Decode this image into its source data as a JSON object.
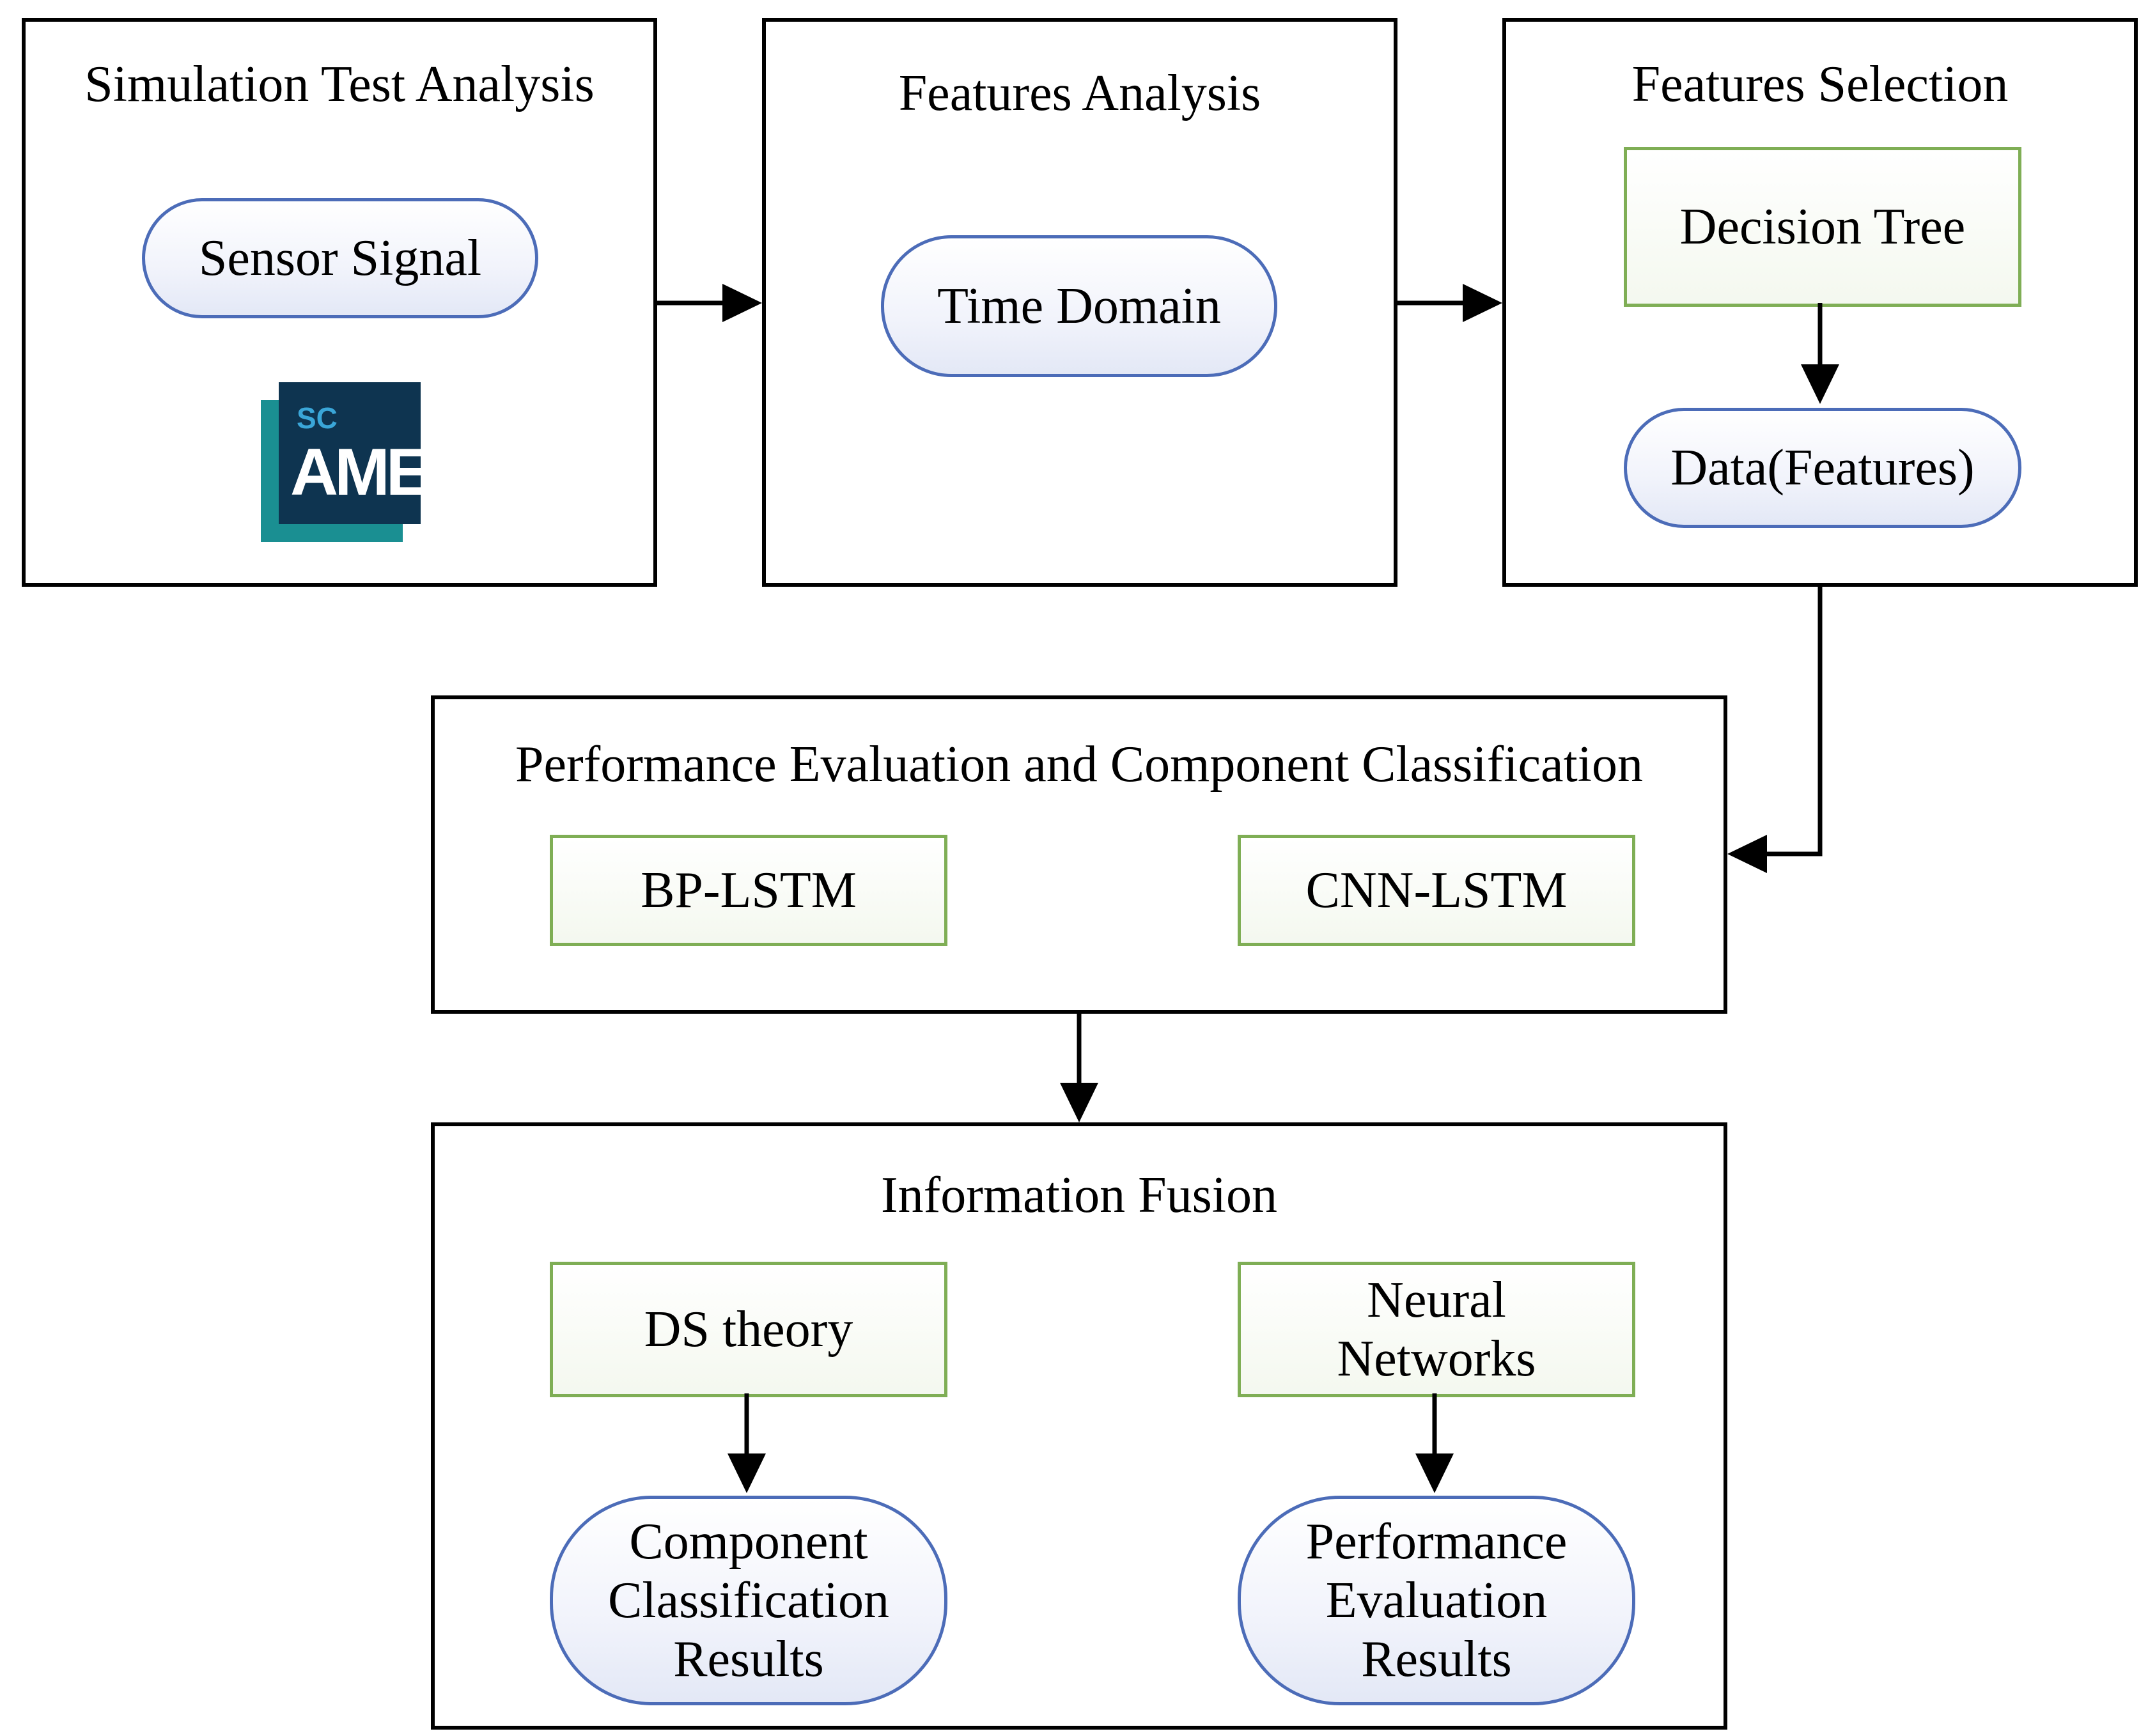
{
  "stages": {
    "simulation": {
      "title": "Simulation Test Analysis",
      "sensor_signal": "Sensor Signal",
      "logo_text_small": "SC",
      "logo_text_large": "AME"
    },
    "features_analysis": {
      "title": "Features Analysis",
      "time_domain": "Time Domain"
    },
    "features_selection": {
      "title": "Features Selection",
      "decision_tree": "Decision Tree",
      "data_features": "Data(Features)"
    },
    "performance": {
      "title": "Performance Evaluation and Component Classification",
      "bp_lstm": "BP-LSTM",
      "cnn_lstm": "CNN-LSTM"
    },
    "fusion": {
      "title": "Information Fusion",
      "ds_theory": "DS theory",
      "neural_networks": "Neural\nNetworks",
      "component_results": "Component\nClassification\nResults",
      "performance_results": "Performance\nEvaluation\nResults"
    }
  },
  "colors": {
    "frame_border": "#000000",
    "pill_border": "#4c6cb8",
    "rect_border": "#7fae55",
    "logo_dark": "#0e3450",
    "logo_teal": "#1a8f92"
  },
  "icons": {
    "logo": "simcenter-amesim-logo"
  }
}
